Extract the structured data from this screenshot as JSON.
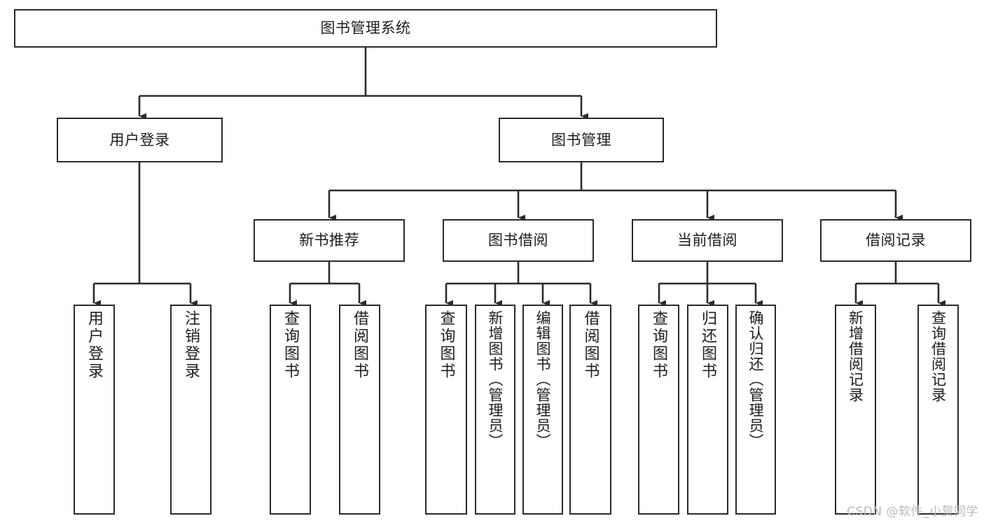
{
  "diagram": {
    "title": "图书管理系统",
    "type": "tree-hierarchy-chart",
    "colors": {
      "stroke": "#2b2b2b",
      "fill": "#ffffff",
      "text": "#1d1d1d",
      "watermark": "#b9b9b9"
    }
  },
  "root": {
    "label": "图书管理系统"
  },
  "level2": [
    {
      "label": "用户登录"
    },
    {
      "label": "图书管理"
    }
  ],
  "level3": [
    {
      "label": "新书推荐"
    },
    {
      "label": "图书借阅"
    },
    {
      "label": "当前借阅"
    },
    {
      "label": "借阅记录"
    }
  ],
  "leaves": {
    "user_login": [
      {
        "label": "用户登录"
      },
      {
        "label": "注销登录"
      }
    ],
    "new_book": [
      {
        "label": "查询图书"
      },
      {
        "label": "借阅图书"
      }
    ],
    "book_borrow": [
      {
        "label": "查询图书"
      },
      {
        "label": "新增图书（管理员）"
      },
      {
        "label": "编辑图书（管理员）"
      },
      {
        "label": "借阅图书"
      }
    ],
    "current_borrow": [
      {
        "label": "查询图书"
      },
      {
        "label": "归还图书"
      },
      {
        "label": "确认归还（管理员）"
      }
    ],
    "borrow_record": [
      {
        "label": "新增借阅记录"
      },
      {
        "label": "查询借阅记录"
      }
    ]
  },
  "watermark": {
    "text": "CSDN @软件_小贺同学"
  }
}
